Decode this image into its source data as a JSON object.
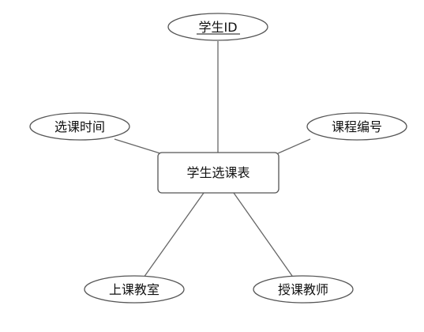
{
  "entity": {
    "label": "学生选课表"
  },
  "attributes": [
    {
      "id": "student-id",
      "label": "学生ID",
      "is_key": true
    },
    {
      "id": "course-time",
      "label": "选课时间",
      "is_key": false
    },
    {
      "id": "course-number",
      "label": "课程编号",
      "is_key": false
    },
    {
      "id": "classroom",
      "label": "上课教室",
      "is_key": false
    },
    {
      "id": "teacher",
      "label": "授课教师",
      "is_key": false
    }
  ]
}
